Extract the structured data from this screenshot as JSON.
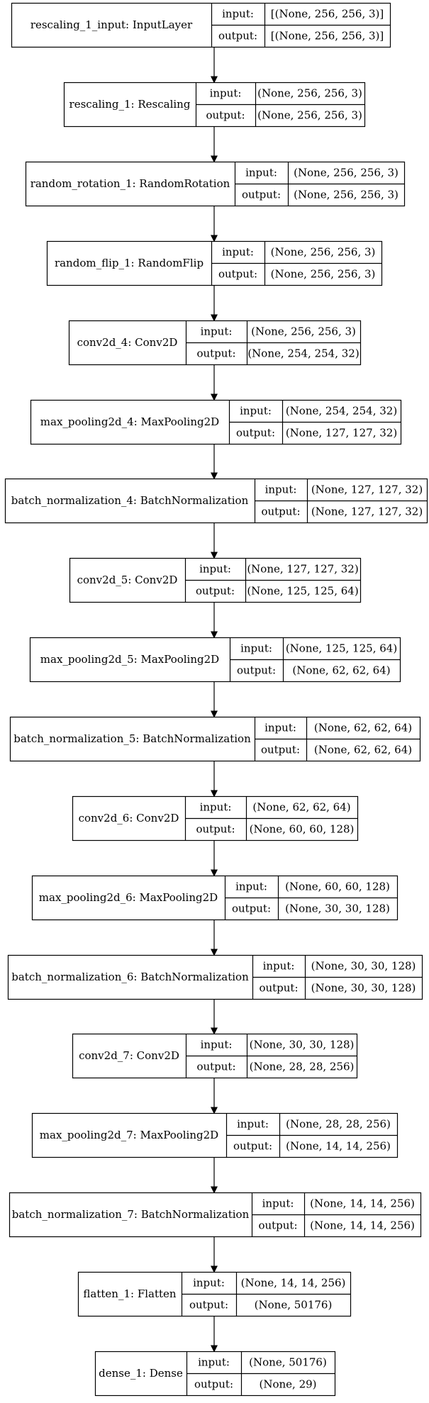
{
  "layers": [
    {
      "name": "rescaling_1_input: InputLayer",
      "input_label": "input:",
      "output_label": "output:",
      "input_shape": "[(None, 256, 256, 3)]",
      "output_shape": "[(None, 256, 256, 3)]"
    },
    {
      "name": "rescaling_1: Rescaling",
      "input_label": "input:",
      "output_label": "output:",
      "input_shape": "(None, 256, 256, 3)",
      "output_shape": "(None, 256, 256, 3)"
    },
    {
      "name": "random_rotation_1: RandomRotation",
      "input_label": "input:",
      "output_label": "output:",
      "input_shape": "(None, 256, 256, 3)",
      "output_shape": "(None, 256, 256, 3)"
    },
    {
      "name": "random_flip_1: RandomFlip",
      "input_label": "input:",
      "output_label": "output:",
      "input_shape": "(None, 256, 256, 3)",
      "output_shape": "(None, 256, 256, 3)"
    },
    {
      "name": "conv2d_4: Conv2D",
      "input_label": "input:",
      "output_label": "output:",
      "input_shape": "(None, 256, 256, 3)",
      "output_shape": "(None, 254, 254, 32)"
    },
    {
      "name": "max_pooling2d_4: MaxPooling2D",
      "input_label": "input:",
      "output_label": "output:",
      "input_shape": "(None, 254, 254, 32)",
      "output_shape": "(None, 127, 127, 32)"
    },
    {
      "name": "batch_normalization_4: BatchNormalization",
      "input_label": "input:",
      "output_label": "output:",
      "input_shape": "(None, 127, 127, 32)",
      "output_shape": "(None, 127, 127, 32)"
    },
    {
      "name": "conv2d_5: Conv2D",
      "input_label": "input:",
      "output_label": "output:",
      "input_shape": "(None, 127, 127, 32)",
      "output_shape": "(None, 125, 125, 64)"
    },
    {
      "name": "max_pooling2d_5: MaxPooling2D",
      "input_label": "input:",
      "output_label": "output:",
      "input_shape": "(None, 125, 125, 64)",
      "output_shape": "(None, 62, 62, 64)"
    },
    {
      "name": "batch_normalization_5: BatchNormalization",
      "input_label": "input:",
      "output_label": "output:",
      "input_shape": "(None, 62, 62, 64)",
      "output_shape": "(None, 62, 62, 64)"
    },
    {
      "name": "conv2d_6: Conv2D",
      "input_label": "input:",
      "output_label": "output:",
      "input_shape": "(None, 62, 62, 64)",
      "output_shape": "(None, 60, 60, 128)"
    },
    {
      "name": "max_pooling2d_6: MaxPooling2D",
      "input_label": "input:",
      "output_label": "output:",
      "input_shape": "(None, 60, 60, 128)",
      "output_shape": "(None, 30, 30, 128)"
    },
    {
      "name": "batch_normalization_6: BatchNormalization",
      "input_label": "input:",
      "output_label": "output:",
      "input_shape": "(None, 30, 30, 128)",
      "output_shape": "(None, 30, 30, 128)"
    },
    {
      "name": "conv2d_7: Conv2D",
      "input_label": "input:",
      "output_label": "output:",
      "input_shape": "(None, 30, 30, 128)",
      "output_shape": "(None, 28, 28, 256)"
    },
    {
      "name": "max_pooling2d_7: MaxPooling2D",
      "input_label": "input:",
      "output_label": "output:",
      "input_shape": "(None, 28, 28, 256)",
      "output_shape": "(None, 14, 14, 256)"
    },
    {
      "name": "batch_normalization_7: BatchNormalization",
      "input_label": "input:",
      "output_label": "output:",
      "input_shape": "(None, 14, 14, 256)",
      "output_shape": "(None, 14, 14, 256)"
    },
    {
      "name": "flatten_1: Flatten",
      "input_label": "input:",
      "output_label": "output:",
      "input_shape": "(None, 14, 14, 256)",
      "output_shape": "(None, 50176)"
    },
    {
      "name": "dense_1: Dense",
      "input_label": "input:",
      "output_label": "output:",
      "input_shape": "(None, 50176)",
      "output_shape": "(None, 29)"
    }
  ]
}
